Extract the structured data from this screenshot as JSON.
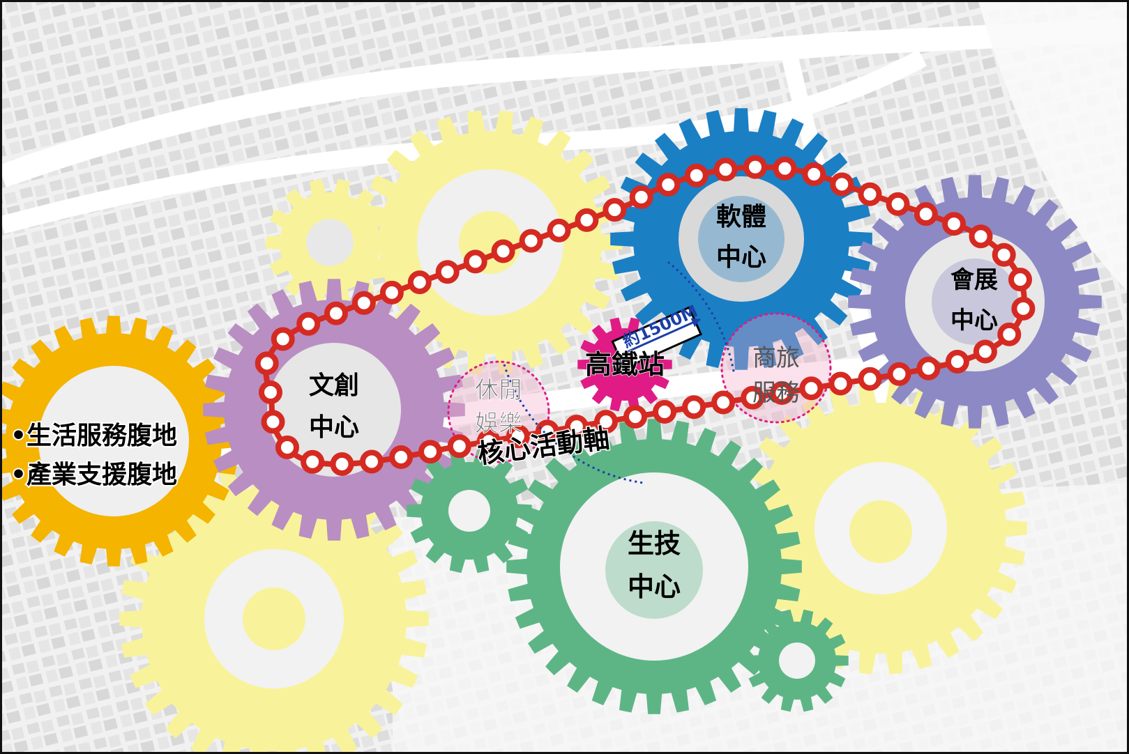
{
  "centers": {
    "software": [
      "軟體",
      "中心"
    ],
    "convention": [
      "會展",
      "中心"
    ],
    "cultural": [
      "文創",
      "中心"
    ],
    "biotech": [
      "生技",
      "中心"
    ],
    "leisure": [
      "休閒",
      "娛樂"
    ],
    "business": [
      "商旅",
      "服務"
    ]
  },
  "station": "高鐵站",
  "axis": "核心活動軸",
  "radius": "約1500M",
  "side_notes": [
    "•生活服務腹地",
    "•產業支援腹地"
  ],
  "colors": {
    "blue": "#1b7fc4",
    "purple": "#8d89c4",
    "violet": "#b98ec2",
    "orange": "#f4b400",
    "green": "#5db585",
    "yellow": "#f8f39a",
    "magenta": "#e01b86",
    "red": "#d52a22",
    "pink": "#f0a9c8"
  }
}
